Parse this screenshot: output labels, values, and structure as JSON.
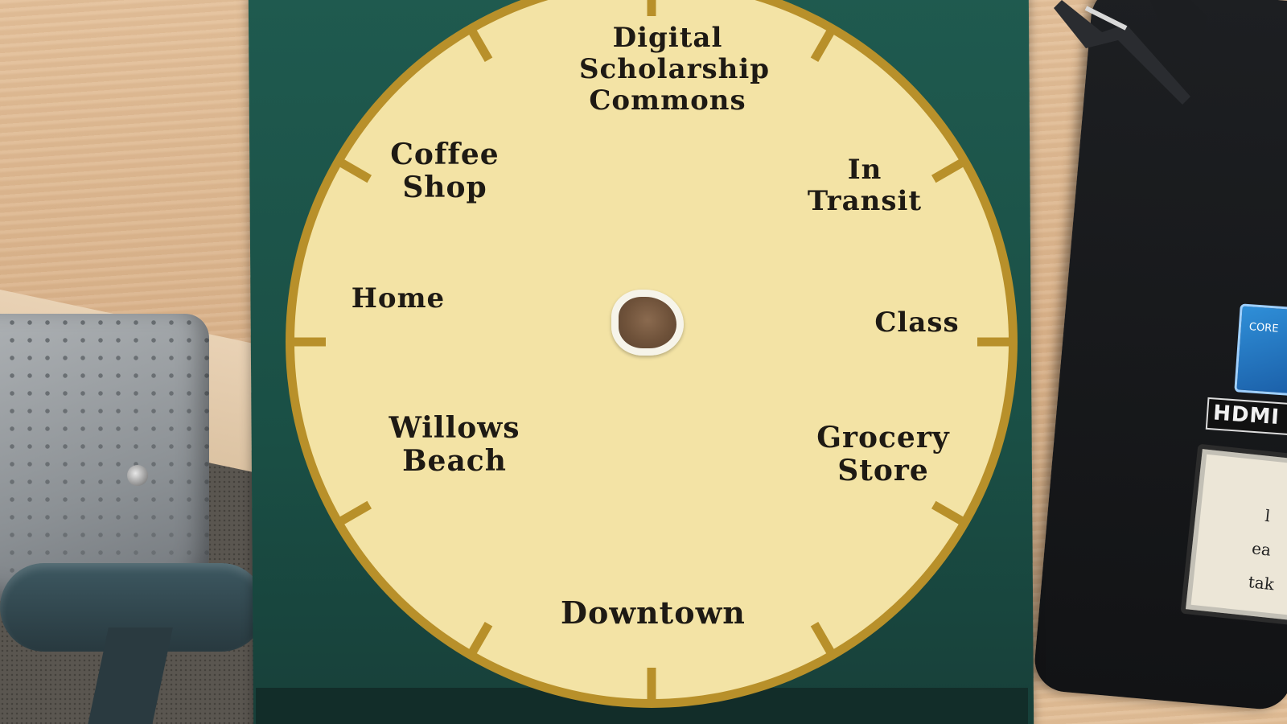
{
  "dial": {
    "labels": {
      "digital": "Digital\nScholarship\nCommons",
      "coffee": "Coffee\nShop",
      "transit": "In\nTransit",
      "home": "Home",
      "class": "Class",
      "willows": "Willows\nBeach",
      "grocery": "Grocery\nStore",
      "downtown": "Downtown"
    },
    "colors": {
      "face": "#f3e3a5",
      "rim": "#b8902a",
      "board": "#1f5a4f"
    }
  },
  "laptop": {
    "sticker_text": "CORE",
    "port_label": "HDMI",
    "note_lines": [
      "l",
      "ea",
      "tak"
    ]
  }
}
